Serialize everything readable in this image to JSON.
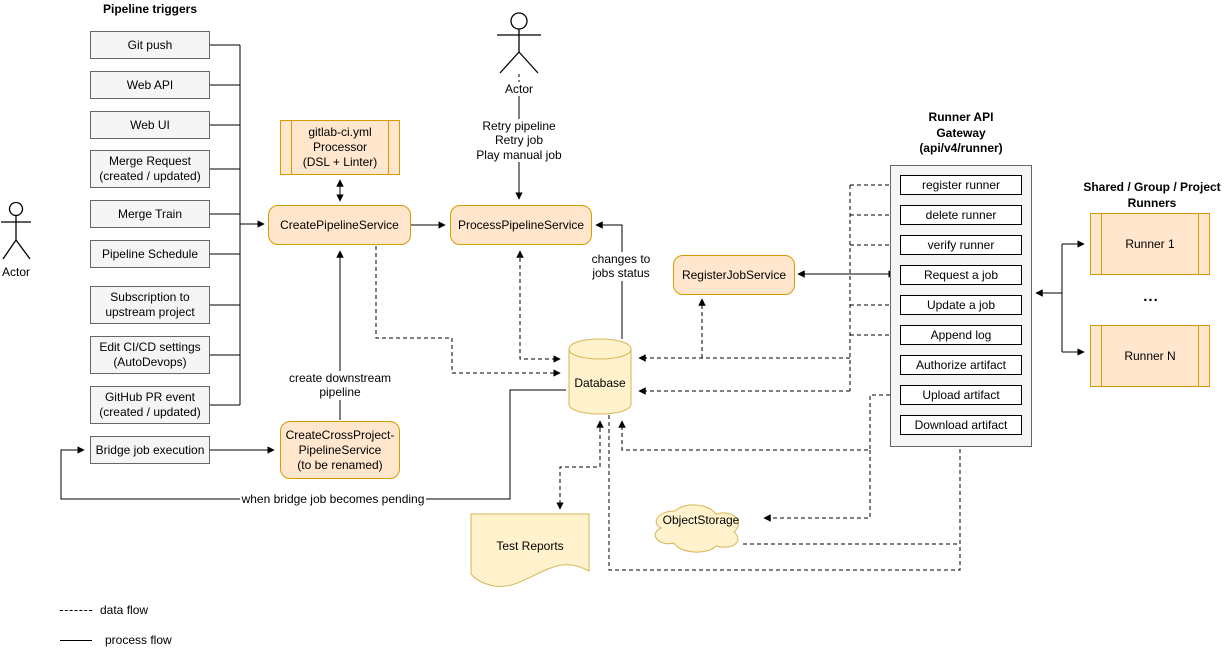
{
  "triggers": {
    "title": "Pipeline triggers",
    "items": [
      "Git push",
      "Web API",
      "Web UI",
      "Merge Request\n(created / updated)",
      "Merge Train",
      "Pipeline Schedule",
      "Subscription to\nupstream project",
      "Edit CI/CD settings\n(AutoDevops)",
      "GitHub PR event\n(created / updated)",
      "Bridge job execution"
    ]
  },
  "actors": {
    "left": "Actor",
    "top": "Actor"
  },
  "processor": {
    "label": "gitlab-ci.yml\nProcessor\n(DSL + Linter)"
  },
  "services": {
    "create_pipeline": "CreatePipelineService",
    "process_pipeline": "ProcessPipelineService",
    "register_job": "RegisterJobService",
    "create_cross_project": "CreateCrossProject-\nPipelineService\n(to be renamed)"
  },
  "database": {
    "label": "Database"
  },
  "object_storage": {
    "label": "ObjectStorage"
  },
  "test_reports": {
    "label": "Test Reports"
  },
  "gateway": {
    "title": "Runner API\nGateway\n(api/v4/runner)",
    "endpoints": [
      "register runner",
      "delete runner",
      "verify runner",
      "Request a job",
      "Update a job",
      "Append log",
      "Authorize artifact",
      "Upload artifact",
      "Download artifact"
    ]
  },
  "runners": {
    "title": "Shared / Group / Project\nRunners",
    "items": [
      "Runner 1",
      "Runner N"
    ],
    "ellipsis": "..."
  },
  "edge_labels": {
    "retry": "Retry pipeline\nRetry job\nPlay manual job",
    "changes": "changes to\njobs status",
    "create_downstream": "create downstream\npipeline",
    "when_bridge": "when bridge job becomes pending"
  },
  "legend": {
    "data_flow": "data flow",
    "process_flow": "process flow"
  },
  "colors": {
    "service_fill": "#ffe6cc",
    "service_border": "#d79b00",
    "store_fill": "#fff2cc",
    "store_border": "#d6b656",
    "trigger_fill": "#f5f5f5",
    "trigger_border": "#666666"
  }
}
